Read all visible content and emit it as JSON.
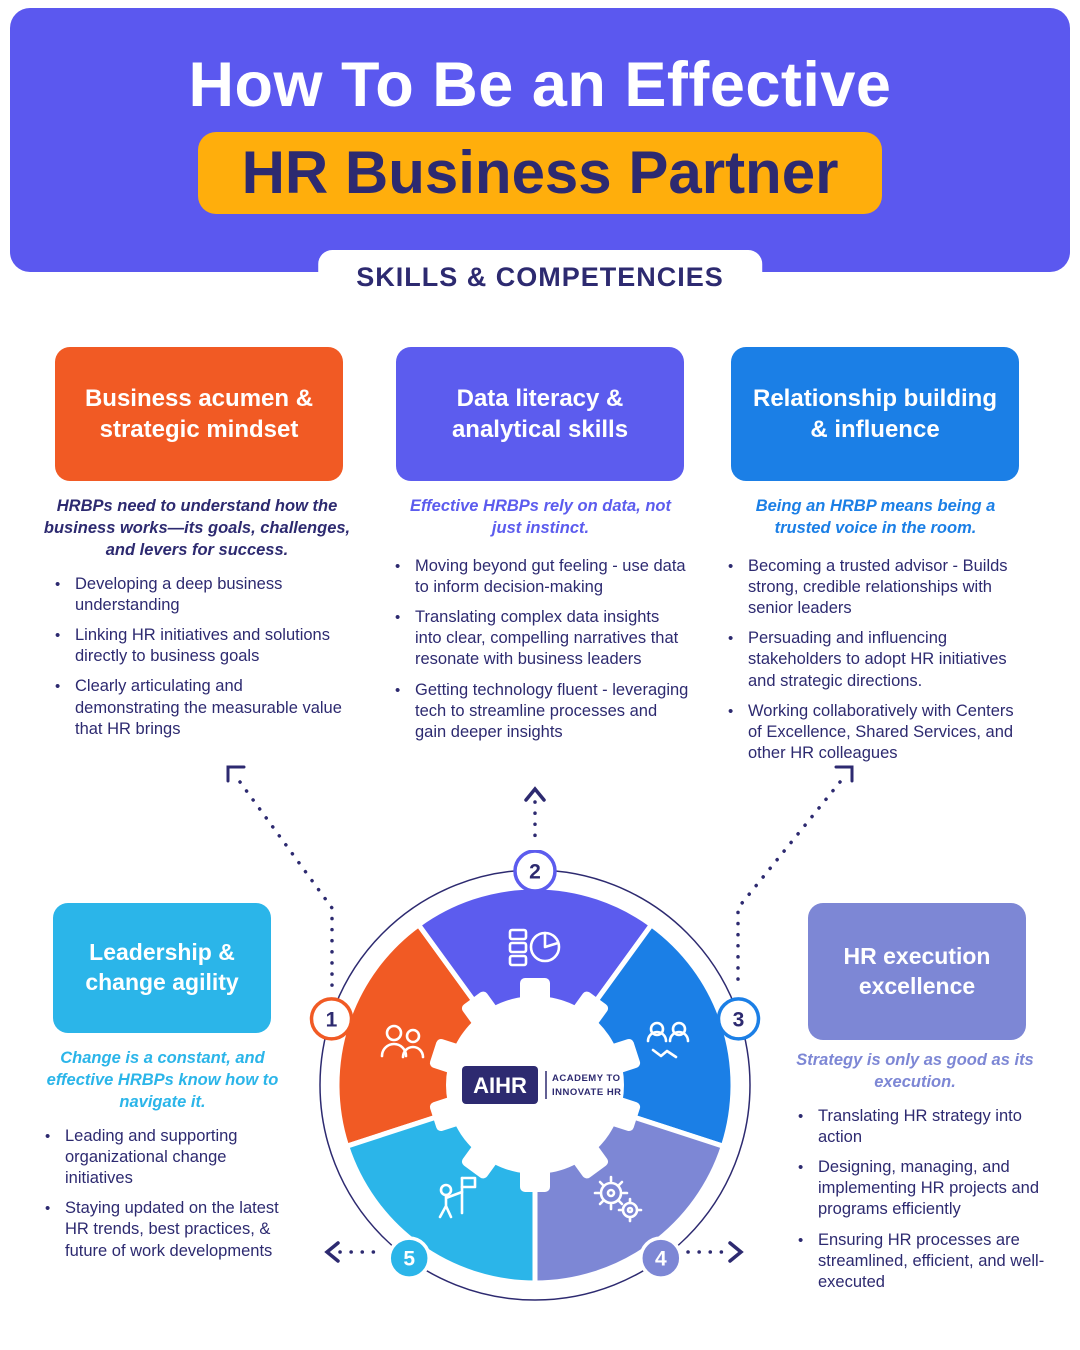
{
  "header": {
    "title_line1": "How To Be an Effective",
    "title_line2": "HR Business Partner",
    "tab": "SKILLS & COMPETENCIES"
  },
  "cards": {
    "business": {
      "title": "Business acumen & strategic mindset",
      "intro": "HRBPs need to understand how the business works—its goals, challenges, and levers for success.",
      "bullets": [
        "Developing a deep business understanding",
        "Linking HR initiatives and solutions directly to business goals",
        "Clearly articulating and demonstrating the measurable value that HR brings"
      ]
    },
    "data_literacy": {
      "title": "Data literacy & analytical skills",
      "intro": "Effective HRBPs rely on data, not just instinct.",
      "bullets": [
        "Moving beyond gut feeling - use data to inform decision-making",
        "Translating complex data insights into clear, compelling narratives that resonate with business leaders",
        "Getting technology fluent - leveraging tech to streamline processes and gain deeper insights"
      ]
    },
    "relationship": {
      "title": "Relationship building & influence",
      "intro": "Being an HRBP means being a trusted voice in the room.",
      "bullets": [
        "Becoming a trusted advisor - Builds strong, credible relationships with senior leaders",
        "Persuading and influencing stakeholders to adopt HR initiatives and strategic directions.",
        "Working collaboratively with Centers of Excellence, Shared Services, and other HR colleagues"
      ]
    },
    "leadership": {
      "title": "Leadership & change agility",
      "intro": "Change is a constant, and effective HRBPs know how to navigate it.",
      "bullets": [
        "Leading and supporting organizational change initiatives",
        "Staying updated on the latest HR trends, best practices, & future of work developments"
      ]
    },
    "execution": {
      "title": "HR execution excellence",
      "intro": "Strategy is only as good as its execution.",
      "bullets": [
        "Translating HR strategy into action",
        "Designing, managing, and implementing HR projects and programs efficiently",
        "Ensuring HR processes are streamlined, efficient, and well-executed"
      ]
    }
  },
  "wheel": {
    "numbers": [
      "1",
      "2",
      "3",
      "4",
      "5"
    ],
    "segment_icons": [
      "people-icon",
      "data-analytics-icon",
      "handshake-icon",
      "gears-icon",
      "person-flag-icon"
    ],
    "logo": {
      "name": "AIHR",
      "tagline_line1": "ACADEMY TO",
      "tagline_line2": "INNOVATE HR"
    }
  },
  "colors": {
    "header_purple": "#5B58EF",
    "accent_yellow": "#FFAE0C",
    "navy": "#2D2A70",
    "orange": "#F15A24",
    "purple": "#5C5CEE",
    "blue": "#1B7FE6",
    "cyan": "#2BB5E9",
    "periwinkle": "#7D87D5"
  }
}
